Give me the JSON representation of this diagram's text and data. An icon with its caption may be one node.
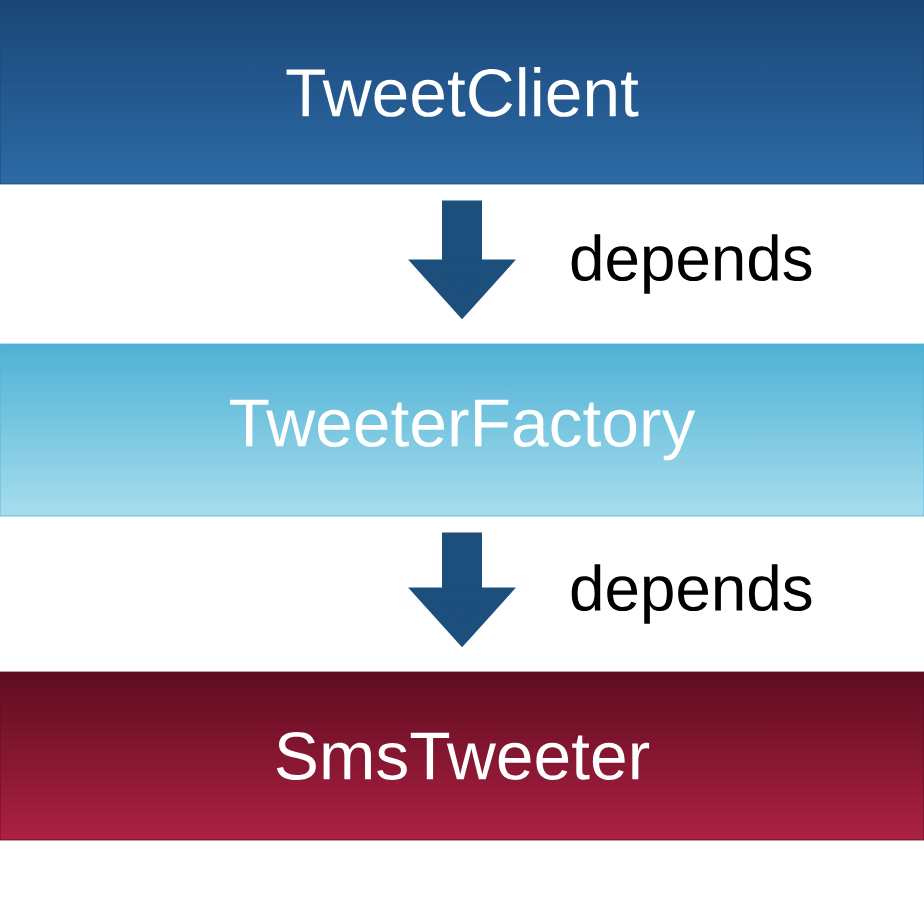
{
  "diagram": {
    "nodes": [
      {
        "text": [
          "TweetClient"
        ]
      },
      {
        "text": [
          "TweeterFactory"
        ]
      },
      {
        "text": [
          "SmsTweeter"
        ]
      }
    ],
    "edges": [
      {
        "from": 0,
        "to": 1,
        "arrow": "to",
        "label": "depends"
      },
      {
        "from": 1,
        "to": 2,
        "arrow": "to",
        "label": "depends"
      }
    ]
  }
}
